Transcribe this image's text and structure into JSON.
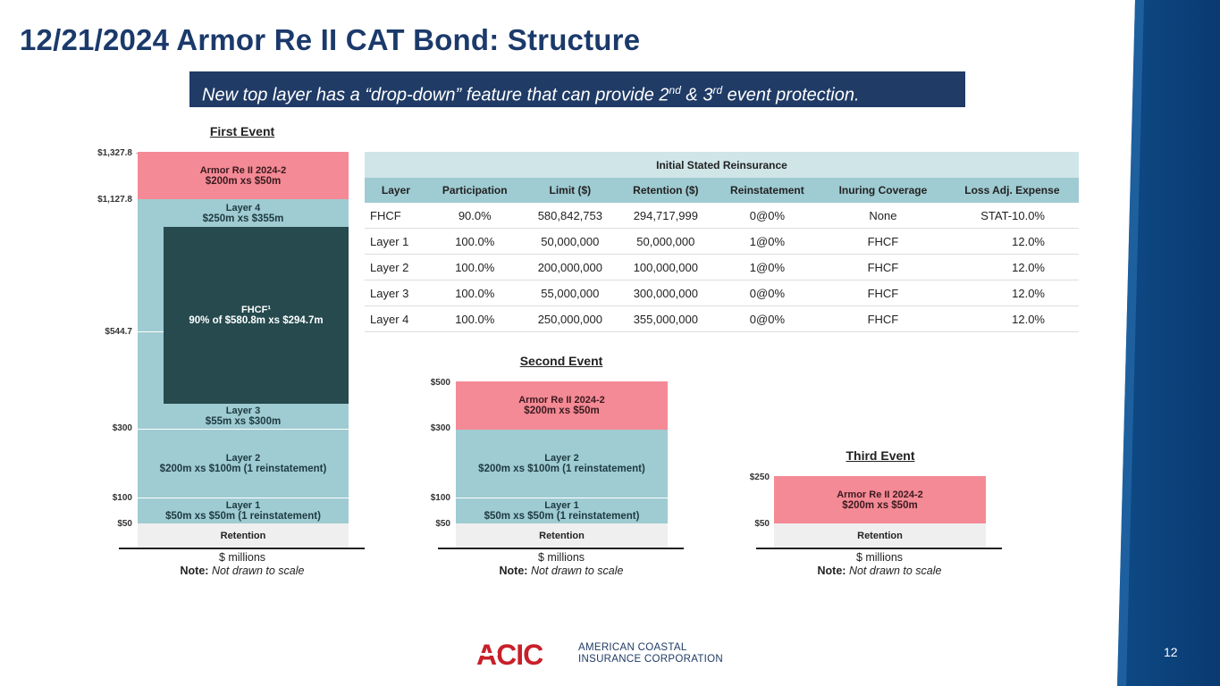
{
  "title": "12/21/2024 Armor Re II CAT Bond: Structure",
  "callout": {
    "pre": "New top layer has a “drop-down” feature that can provide 2",
    "sup1": "nd",
    "mid": " & 3",
    "sup2": "rd",
    "post": " event protection."
  },
  "first_event": {
    "heading": "First Event",
    "ticks": [
      "$1,327.8",
      "$1,127.8",
      "$544.7",
      "$300",
      "$100",
      "$50"
    ],
    "layers": {
      "armor": {
        "name": "Armor Re II 2024-2",
        "terms": "$200m xs $50m"
      },
      "layer4": {
        "name": "Layer 4",
        "terms": "$250m xs $355m"
      },
      "fhcf": {
        "name": "FHCF¹",
        "terms": "90% of $580.8m xs $294.7m"
      },
      "layer3": {
        "name": "Layer 3",
        "terms": "$55m xs $300m"
      },
      "layer2": {
        "name": "Layer 2",
        "terms": "$200m xs $100m (1 reinstatement)"
      },
      "layer1": {
        "name": "Layer 1",
        "terms": "$50m xs $50m (1 reinstatement)"
      },
      "retention": "Retention"
    },
    "unit": "$ millions",
    "note_bold": "Note:",
    "note_text": " Not drawn to scale"
  },
  "second_event": {
    "heading": "Second Event",
    "ticks": [
      "$500",
      "$300",
      "$100",
      "$50"
    ],
    "layers": {
      "armor": {
        "name": "Armor Re II 2024-2",
        "terms": "$200m xs $50m"
      },
      "layer2": {
        "name": "Layer 2",
        "terms": "$200m xs $100m (1 reinstatement)"
      },
      "layer1": {
        "name": "Layer 1",
        "terms": "$50m xs $50m (1 reinstatement)"
      },
      "retention": "Retention"
    },
    "unit": "$ millions",
    "note_bold": "Note:",
    "note_text": " Not drawn to scale"
  },
  "third_event": {
    "heading": "Third Event",
    "ticks": [
      "$250",
      "$50"
    ],
    "layers": {
      "armor": {
        "name": "Armor Re II 2024-2",
        "terms": "$200m xs $50m"
      },
      "retention": "Retention"
    },
    "unit": "$ millions",
    "note_bold": "Note:",
    "note_text": " Not drawn to scale"
  },
  "reinsurance_table": {
    "caption": "Initial Stated Reinsurance",
    "headers": [
      "Layer",
      "Participation",
      "Limit ($)",
      "Retention ($)",
      "Reinstatement",
      "Inuring Coverage",
      "Loss Adj. Expense"
    ],
    "rows": [
      [
        "FHCF",
        "90.0%",
        "580,842,753",
        "294,717,999",
        "0@0%",
        "None",
        "STAT-10.0%"
      ],
      [
        "Layer 1",
        "100.0%",
        "50,000,000",
        "50,000,000",
        "1@0%",
        "FHCF",
        "12.0%"
      ],
      [
        "Layer 2",
        "100.0%",
        "200,000,000",
        "100,000,000",
        "1@0%",
        "FHCF",
        "12.0%"
      ],
      [
        "Layer 3",
        "100.0%",
        "55,000,000",
        "300,000,000",
        "0@0%",
        "FHCF",
        "12.0%"
      ],
      [
        "Layer 4",
        "100.0%",
        "250,000,000",
        "355,000,000",
        "0@0%",
        "FHCF",
        "12.0%"
      ]
    ]
  },
  "logo": {
    "mark": "ACIC",
    "line1": "AMERICAN COASTAL",
    "line2": "INSURANCE CORPORATION"
  },
  "page_number": "12",
  "colors": {
    "title": "#1b3a6b",
    "callout_bg": "#1f3b66",
    "armor_layer": "#f48a95",
    "traditional_layer": "#9fcbd2",
    "fhcf_layer": "#264a4e",
    "retention": "#efefef",
    "sidebar": "#0f4d8c"
  }
}
